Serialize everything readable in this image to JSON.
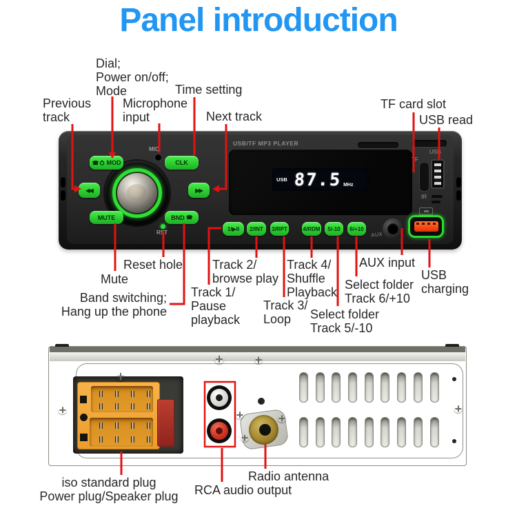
{
  "title": "Panel introduction",
  "colors": {
    "accent_blue": "#2196f3",
    "annotation_red": "#e11212",
    "button_green": "#2fd433",
    "usb_charge_orange": "#f2420c",
    "iso_plug_orange": "#f3a83c"
  },
  "front": {
    "brand_text": "USB/TF MP3 PLAYER",
    "display": {
      "source": "USB",
      "frequency": "87.5",
      "unit": "MHz"
    },
    "controls": {
      "mod": "MOD",
      "clk": "CLK",
      "mute": "MUTE",
      "bnd": "BND",
      "mic": "MIC",
      "rst": "RST",
      "aux": "AUX",
      "tf": "TF",
      "usb": "USB",
      "ir": "IR",
      "prev_glyph": "◀◀",
      "next_glyph": "▶▶",
      "phone_glyph": "☎",
      "presets": [
        "1/▶II",
        "2/INT",
        "3/RPT",
        "4/RDM",
        "5/-10",
        "6/+10"
      ]
    },
    "labels": {
      "previous_track": "Previous\ntrack",
      "dial": "Dial;\nPower on/off;\nMode",
      "microphone": "Microphone\ninput",
      "time_setting": "Time setting",
      "next_track": "Next track",
      "tf_card": "TF card slot",
      "usb_read": "USB read",
      "mute": "Mute",
      "reset": "Reset hole",
      "band": "Band switching;\nHang up the phone",
      "track1": "Track 1/\nPause\nplayback",
      "track2": "Track 2/\nbrowse play",
      "track3": "Track 3/\nLoop",
      "track4": "Track 4/\nShuffle\nPlayback",
      "track5": "Select folder\nTrack 5/-10",
      "track6": "Select folder\nTrack 6/+10",
      "aux_input": "AUX input",
      "usb_charging": "USB\ncharging"
    }
  },
  "rear": {
    "labels": {
      "iso": "iso standard plug\nPower plug/Speaker plug",
      "rca": "RCA audio output",
      "antenna": "Radio antenna"
    }
  }
}
